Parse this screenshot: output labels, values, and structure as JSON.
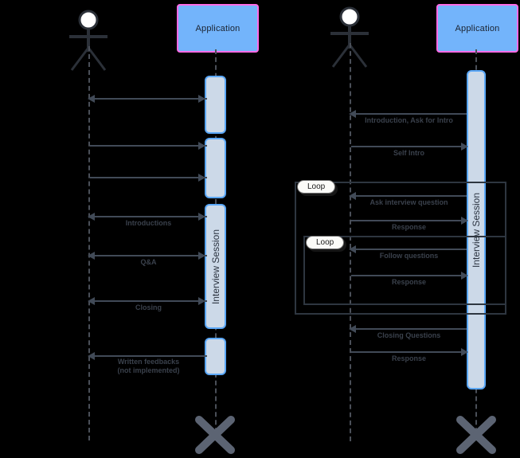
{
  "diagram": {
    "type": "uml-sequence-diagram",
    "colors": {
      "participant_fill": "#73b4fb",
      "participant_border": "#ff6be6",
      "activation_fill": "#ccd9e8",
      "activation_border": "#5aa7f7",
      "message_line": "#414a57",
      "fragment_border": "#2e3640",
      "background": "#000000"
    }
  },
  "left_diagram": {
    "actor": {
      "name": "actor-stick-figure",
      "label": ""
    },
    "participant": {
      "label": "Application"
    },
    "activation_label": "Interview Session",
    "messages": [
      {
        "id": "l1",
        "label": "",
        "direction": "both"
      },
      {
        "id": "l2",
        "label": "",
        "direction": "right"
      },
      {
        "id": "l3",
        "label": "",
        "direction": "right"
      },
      {
        "id": "l4",
        "label": "Introductions",
        "direction": "both"
      },
      {
        "id": "l5",
        "label": "Q&A",
        "direction": "both"
      },
      {
        "id": "l6",
        "label": "Closing",
        "direction": "both"
      },
      {
        "id": "l7",
        "label": "Written feedbacks\n(not implemented)",
        "direction": "left"
      }
    ],
    "message_labels": {
      "introductions": "Introductions",
      "qa": "Q&A",
      "closing": "Closing",
      "written_feedback_line1": "Written feedbacks",
      "written_feedback_line2": "(not implemented)"
    },
    "destruction_marker": "x-destruction-marker"
  },
  "right_diagram": {
    "actor": {
      "name": "actor-stick-figure",
      "label": ""
    },
    "participant": {
      "label": "Application"
    },
    "activation_label": "Interview Session",
    "message_labels": {
      "intro_ask": "Introduction, Ask for Intro",
      "self_intro": "Self Intro",
      "ask_interview_question": "Ask interview question",
      "response_1": "Response",
      "follow_questions": "Follow questions",
      "response_2": "Response",
      "closing_questions": "Closing Questions",
      "response_3": "Response"
    },
    "fragments": [
      {
        "id": "outer-loop",
        "label": "Loop"
      },
      {
        "id": "inner-loop",
        "label": "Loop"
      }
    ],
    "destruction_marker": "x-destruction-marker"
  }
}
